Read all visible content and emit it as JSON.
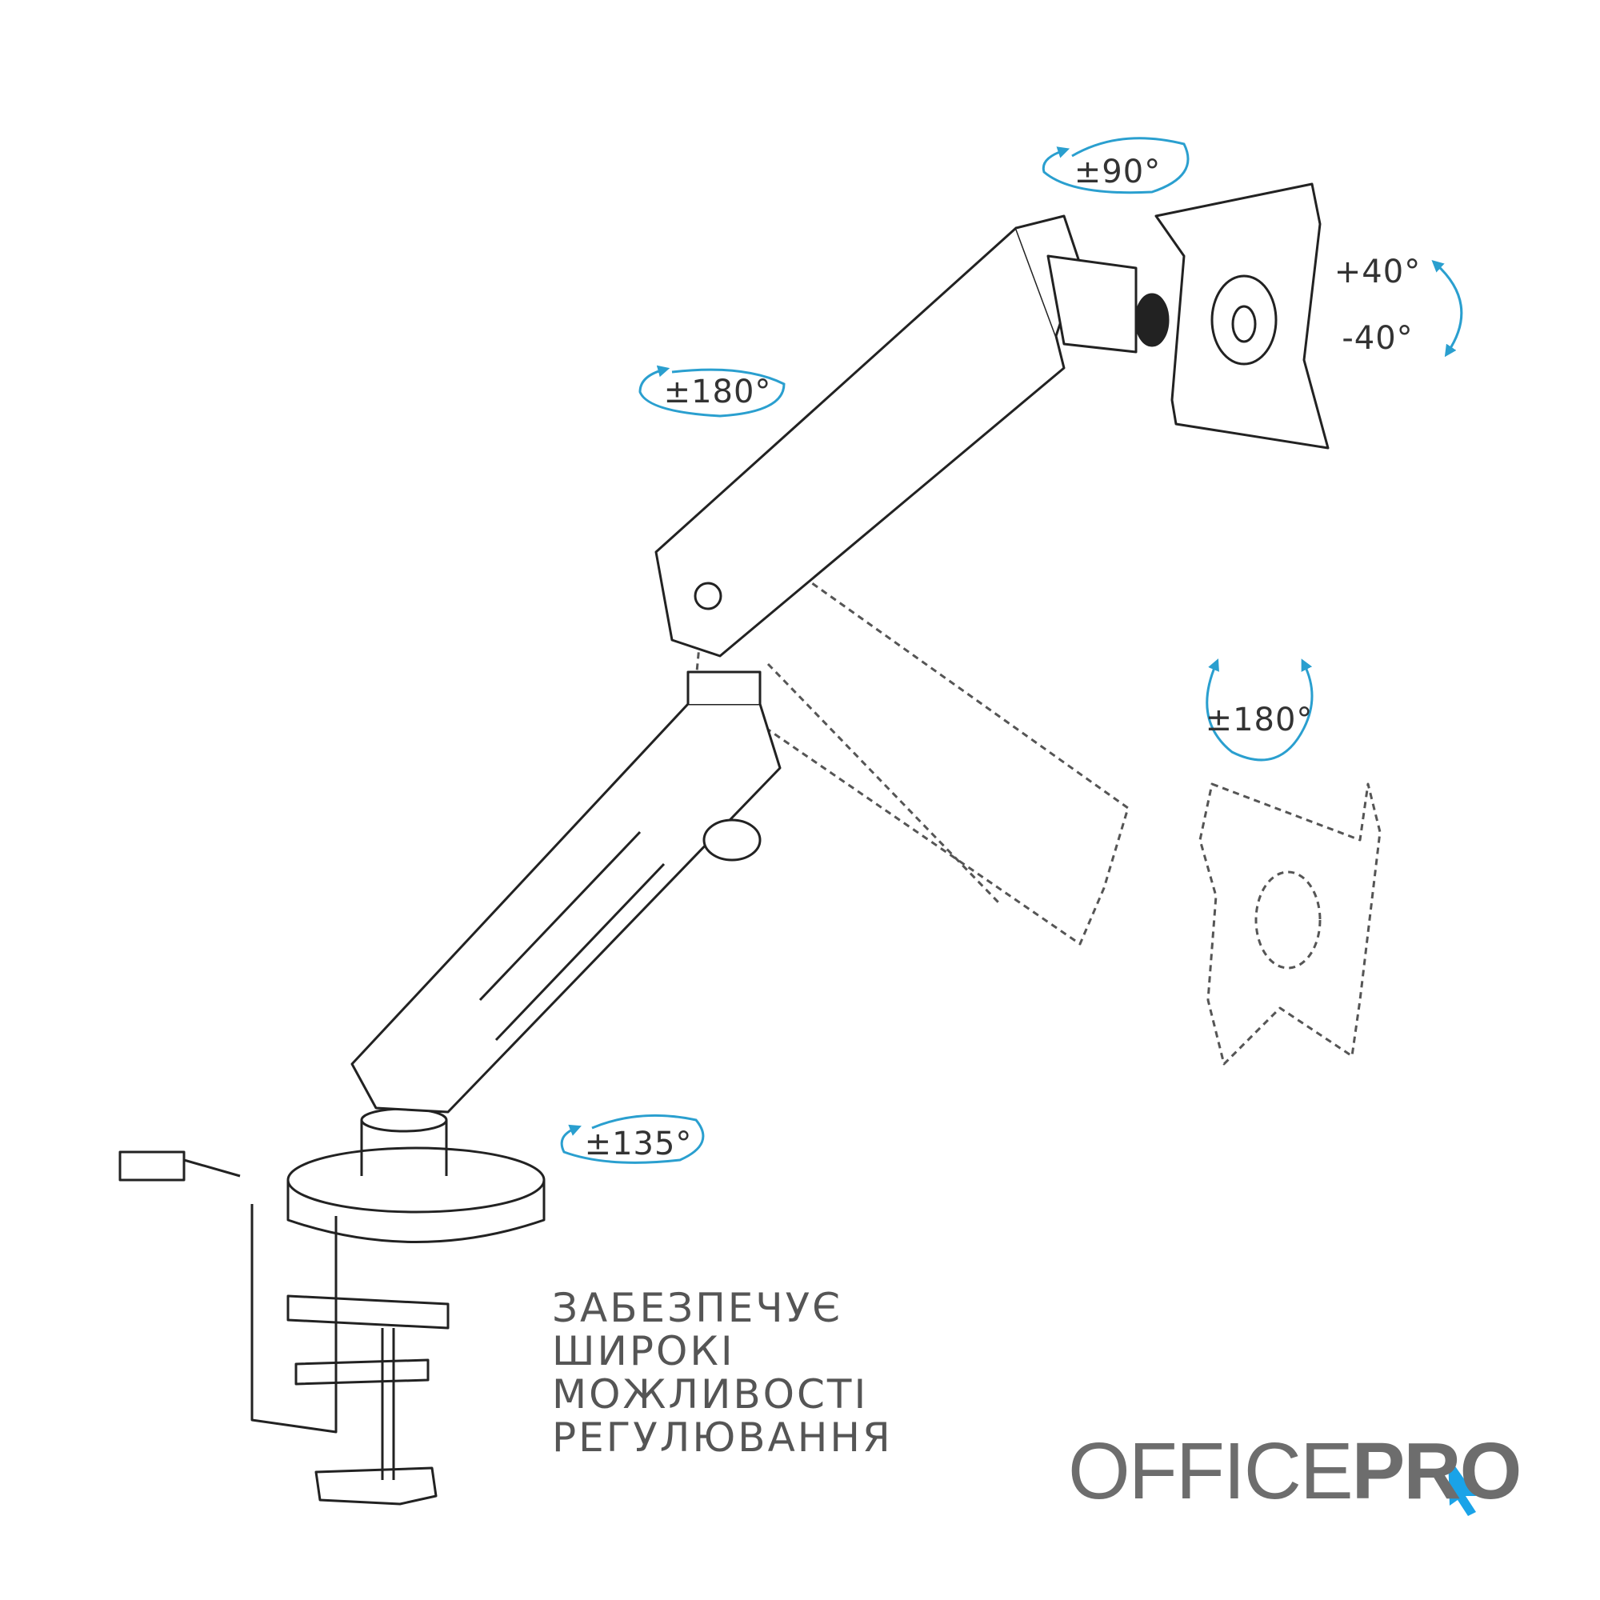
{
  "rotations": {
    "monitor_swivel": "±90°",
    "tilt_up": "+40°",
    "tilt_down": "-40°",
    "upper_arm": "±180°",
    "monitor_rotation": "±180°",
    "base": "±135°"
  },
  "caption": [
    "ЗАБЕЗПЕЧУЄ",
    "ШИРОКІ",
    "МОЖЛИВОСТІ",
    "РЕГУЛЮВАННЯ"
  ],
  "logo": {
    "light": "OFFICE",
    "bold": "PRO"
  },
  "colors": {
    "arrow": "#2a9fcf",
    "line": "#222222",
    "logo": "#6d6d6d",
    "cursor": "#1aa3e8"
  }
}
